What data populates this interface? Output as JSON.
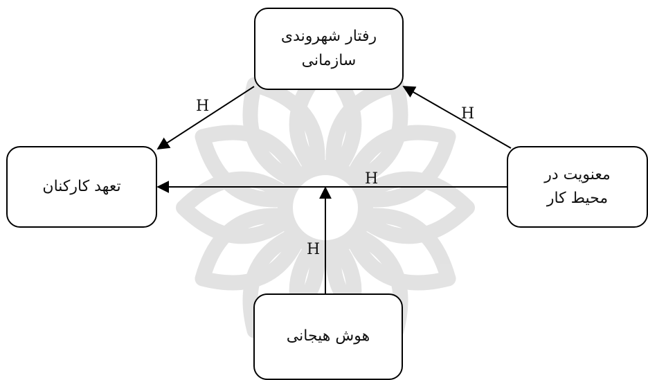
{
  "nodes": {
    "ocb": {
      "line1": "رفتار شهروندی",
      "line2": "سازمانی"
    },
    "commitment": {
      "line1": "تعهد کارکنان"
    },
    "spirituality": {
      "line1": "معنویت در",
      "line2": "محیط کار"
    },
    "ei": {
      "line1": "هوش هیجانی"
    }
  },
  "edges": {
    "spirit_to_ocb": "H",
    "ocb_to_commitment": "H",
    "spirit_to_commitment": "H",
    "ei_to_path": "H"
  },
  "colors": {
    "stroke": "#000000",
    "watermark": "#d9d9d9",
    "text": "#111111"
  }
}
